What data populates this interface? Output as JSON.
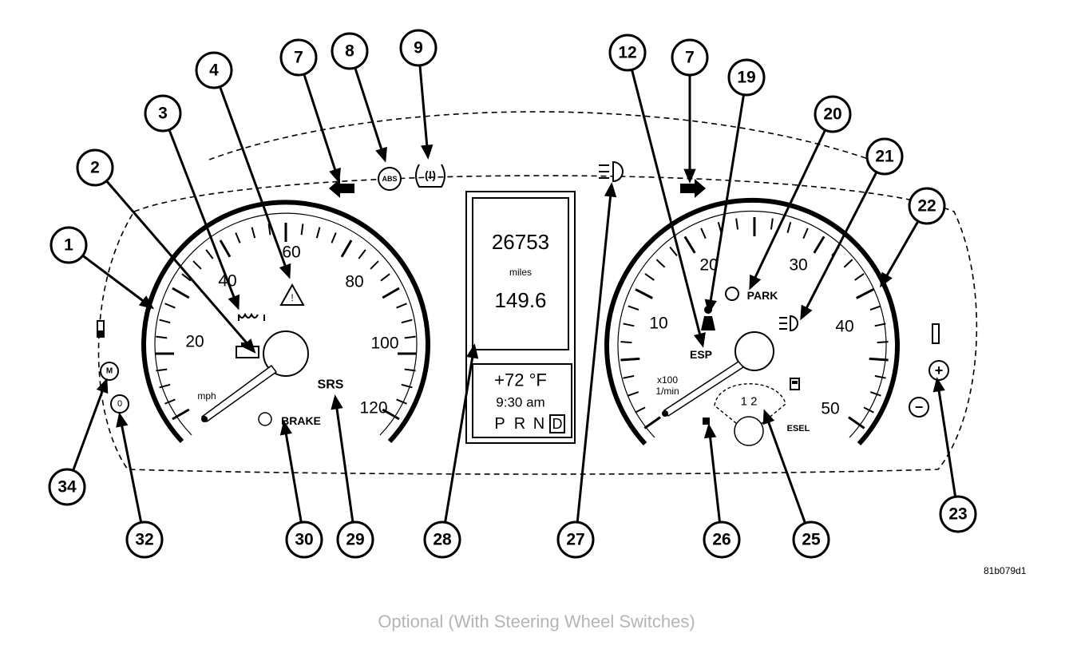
{
  "figure_code": "81b079d1",
  "caption": "Optional (With Steering Wheel Switches)",
  "speedometer": {
    "unit_label": "mph",
    "scale": [
      "20",
      "40",
      "60",
      "80",
      "100",
      "120"
    ],
    "srs_label": "SRS",
    "brake_label": "BRAKE"
  },
  "tachometer": {
    "scale": [
      "10",
      "20",
      "30",
      "40",
      "50"
    ],
    "unit_label_top": "x100",
    "unit_label_bottom": "1/min",
    "esp_label": "ESP",
    "park_label": "PARK",
    "diesel_label": "ESEL",
    "gear_digits": "1 2"
  },
  "display": {
    "odometer": "26753",
    "odo_unit": "miles",
    "trip": "149.6",
    "temperature": "+72 °F",
    "clock": "9:30 am",
    "gears": [
      "P",
      "R",
      "N",
      "D"
    ],
    "selected_gear": "D"
  },
  "indicators": {
    "abs_label": "ABS",
    "tpms_label": "(!)",
    "m_button": "M",
    "zero_button": "0",
    "plus_button": "+",
    "minus_button": "−"
  },
  "callouts": [
    "1",
    "2",
    "3",
    "4",
    "7",
    "8",
    "9",
    "12",
    "7",
    "19",
    "20",
    "21",
    "22",
    "34",
    "32",
    "30",
    "29",
    "28",
    "27",
    "26",
    "25",
    "23"
  ]
}
